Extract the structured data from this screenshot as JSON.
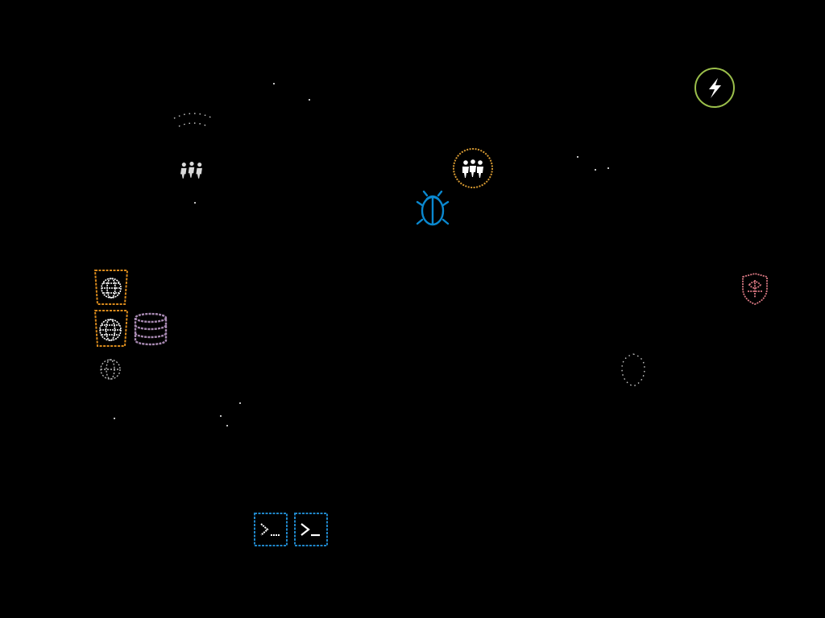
{
  "palette": {
    "background": "#000000",
    "lightning_ring": "#9bbf4b",
    "people_ring": "#d79a32",
    "bug": "#0a88cf",
    "globe_box": "#d98a1c",
    "database": "#a98ab3",
    "terminal": "#1f86c8",
    "shield": "#d97882",
    "glyph": "#ffffff"
  },
  "nodes": [
    {
      "id": "lightning",
      "icon": "lightning-bolt-icon",
      "visibility": "full"
    },
    {
      "id": "people",
      "icon": "people-group-icon",
      "visibility": "full"
    },
    {
      "id": "people-faded",
      "icon": "people-group-icon",
      "visibility": "faded"
    },
    {
      "id": "bug",
      "icon": "bug-icon",
      "visibility": "full"
    },
    {
      "id": "globe-1",
      "icon": "globe-box-icon",
      "visibility": "full"
    },
    {
      "id": "globe-2",
      "icon": "globe-box-icon",
      "visibility": "full"
    },
    {
      "id": "globe-3",
      "icon": "globe-box-icon",
      "visibility": "faded"
    },
    {
      "id": "database",
      "icon": "database-icon",
      "visibility": "full"
    },
    {
      "id": "terminal-1",
      "icon": "terminal-icon",
      "visibility": "full"
    },
    {
      "id": "terminal-2",
      "icon": "terminal-icon",
      "visibility": "full"
    },
    {
      "id": "shield",
      "icon": "shield-icon",
      "visibility": "full"
    }
  ]
}
